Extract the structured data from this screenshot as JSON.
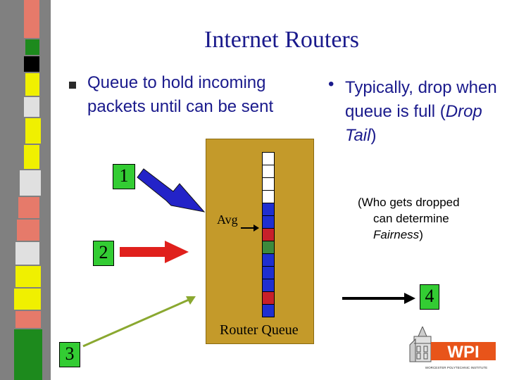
{
  "title": "Internet Routers",
  "bullets": {
    "left_text": "Queue to hold incoming packets until can be sent",
    "right_bullet": "•",
    "right_text_pre": "Typically, drop when queue is full (",
    "right_text_em": "Drop Tail",
    "right_text_post": ")"
  },
  "labels": {
    "one": "1",
    "two": "2",
    "three": "3",
    "four": "4",
    "avg": "Avg",
    "router_queue": "Router Queue"
  },
  "note": {
    "line1": "(Who gets dropped",
    "line2": "can determine",
    "line3_em": "Fairness",
    "line3_post": ")"
  },
  "logo": {
    "text": "WPI",
    "subtitle": "WORCESTER POLYTECHNIC INSTITUTE"
  },
  "colors": {
    "title": "#1a1a8c",
    "router": "#c49a2a",
    "label_box": "#33cc33",
    "arrow_blue": "#2323c8",
    "arrow_red": "#e0201c",
    "arrow_green": "#8aa830",
    "queue_blue": "#1f2fd0",
    "queue_red": "#c8202a",
    "queue_green": "#3c8a3c",
    "queue_empty": "#ffffff",
    "logo_orange": "#e8541a"
  },
  "queue_cells": [
    "empty",
    "empty",
    "empty",
    "empty",
    "blue",
    "blue",
    "red",
    "green",
    "blue",
    "blue",
    "blue",
    "red",
    "blue"
  ]
}
